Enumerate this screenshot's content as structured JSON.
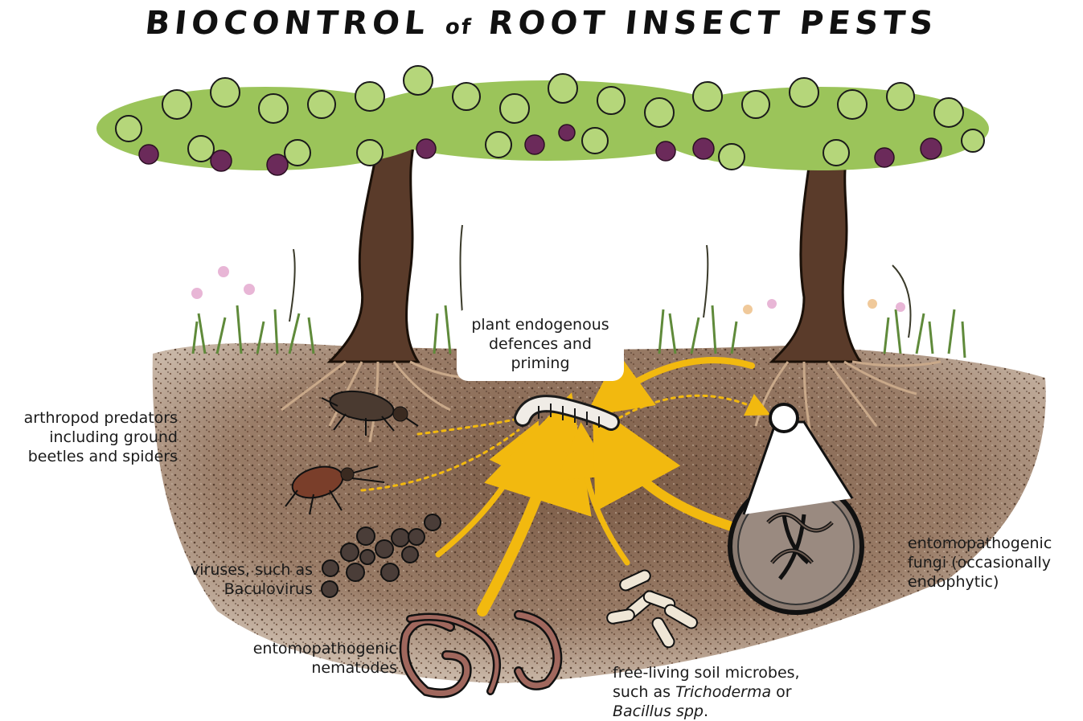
{
  "title": {
    "part1": "BIOCONTROL",
    "part2": "of",
    "part3": "ROOT INSECT PESTS"
  },
  "labels": {
    "bubble": [
      "plant endogenous",
      "defences and",
      "priming"
    ],
    "arthropod": [
      "arthropod predators",
      "including ground",
      "beetles and spiders"
    ],
    "viruses": [
      "viruses, such as",
      "Baculovirus"
    ],
    "nematodes": [
      "entomopathogenic",
      "nematodes"
    ],
    "microbes": {
      "line1": "free-living soil microbes,",
      "line2_pre": "such as ",
      "line2_italic": "Trichoderma",
      "line2_post": " or",
      "line3_italic": "Bacillus spp",
      "line3_post": "."
    },
    "fungi": [
      "entomopathogenic",
      "fungi (occasionally",
      "endophytic)"
    ]
  },
  "colors": {
    "soil": "#8a6a52",
    "soil_dark": "#5c4033",
    "trunk": "#5a3b2a",
    "leaf": "#9bc45a",
    "leaf_dark": "#6f9a35",
    "grape": "#6b2a5a",
    "arrow": "#f2b90f",
    "grass": "#5f8a3a",
    "root": "#c9a98a",
    "worm": "#a0675d"
  },
  "icons": [
    "beetle-icon",
    "spider-beetle-icon",
    "virus-particles-icon",
    "nematode-icon",
    "bacteria-icon",
    "fungi-magnifier-icon",
    "grub-larva-icon",
    "grapevine-icon"
  ]
}
